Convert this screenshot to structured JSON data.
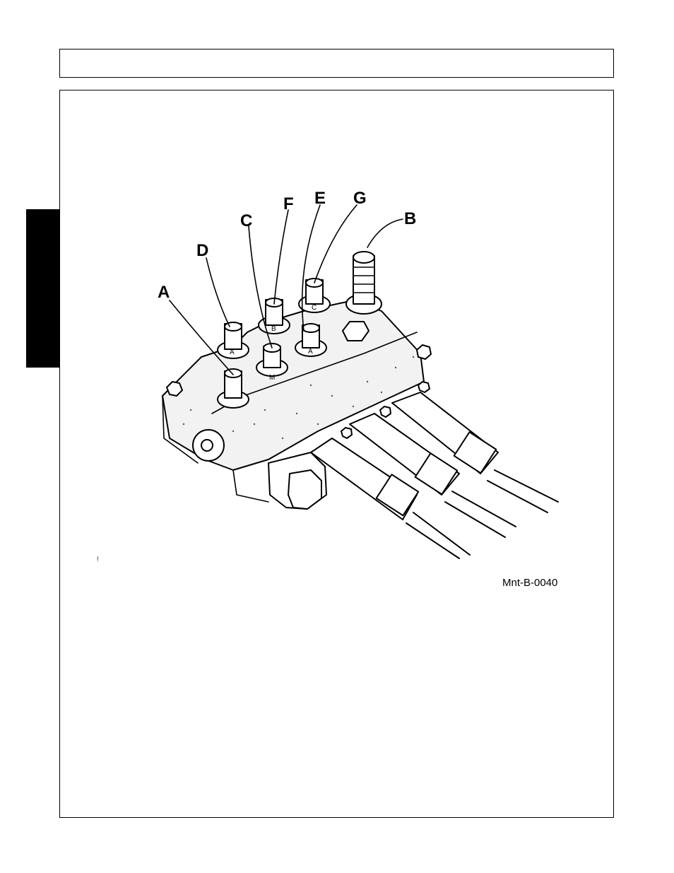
{
  "figure": {
    "figure_id": "Mnt-B-0040",
    "stray_mark": "!",
    "callouts": {
      "a": "A",
      "b": "B",
      "c": "C",
      "d": "D",
      "e": "E",
      "f": "F",
      "g": "G"
    },
    "stamped_port_letters": [
      "A",
      "B",
      "C",
      "A",
      "M"
    ]
  }
}
